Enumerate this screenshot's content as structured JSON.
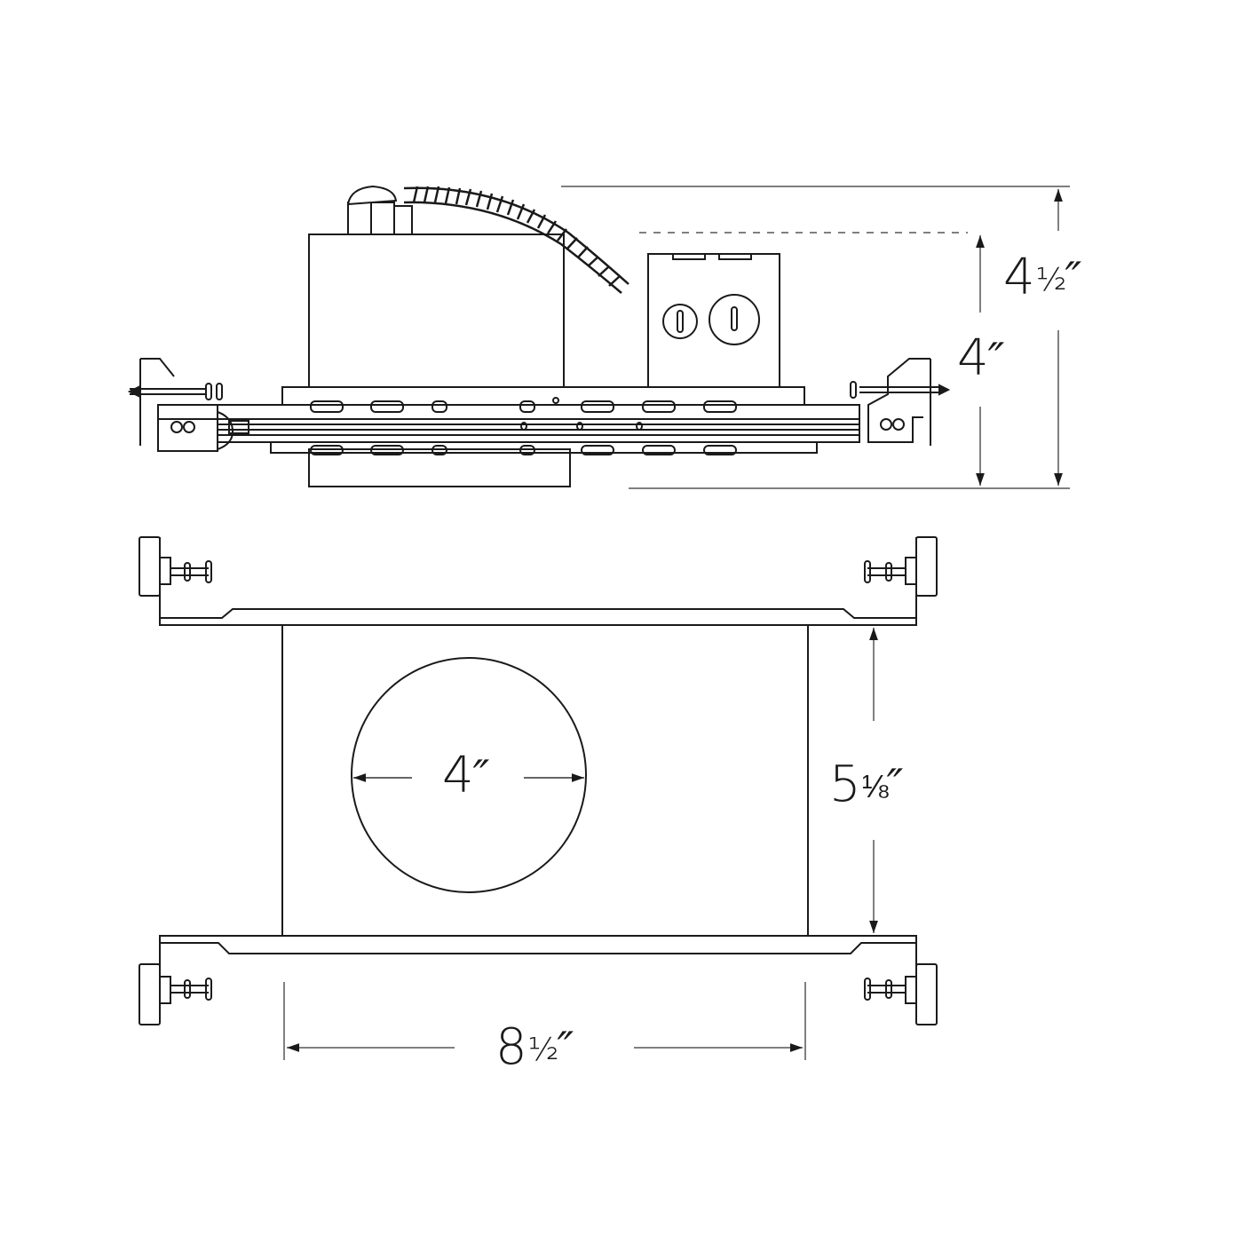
{
  "drawing": {
    "subject": "Recessed lighting new-construction housing",
    "views": [
      "side-elevation",
      "top-plan"
    ],
    "colors": {
      "line": "#1a1a1a",
      "dimension_line": "#555555",
      "background": "#ffffff"
    }
  },
  "dimensions": {
    "overall_height": {
      "whole": "4",
      "frac": "½",
      "unit": "″",
      "full": "4 1/2\""
    },
    "housing_height": {
      "whole": "4",
      "frac": "",
      "unit": "″",
      "full": "4\""
    },
    "aperture_diameter": {
      "whole": "4",
      "frac": "",
      "unit": "″",
      "full": "4\""
    },
    "frame_depth": {
      "whole": "5",
      "frac": "⅛",
      "unit": "″",
      "full": "5 1/8\""
    },
    "frame_width": {
      "whole": "8",
      "frac": "½",
      "unit": "″",
      "full": "8 1/2\""
    }
  }
}
